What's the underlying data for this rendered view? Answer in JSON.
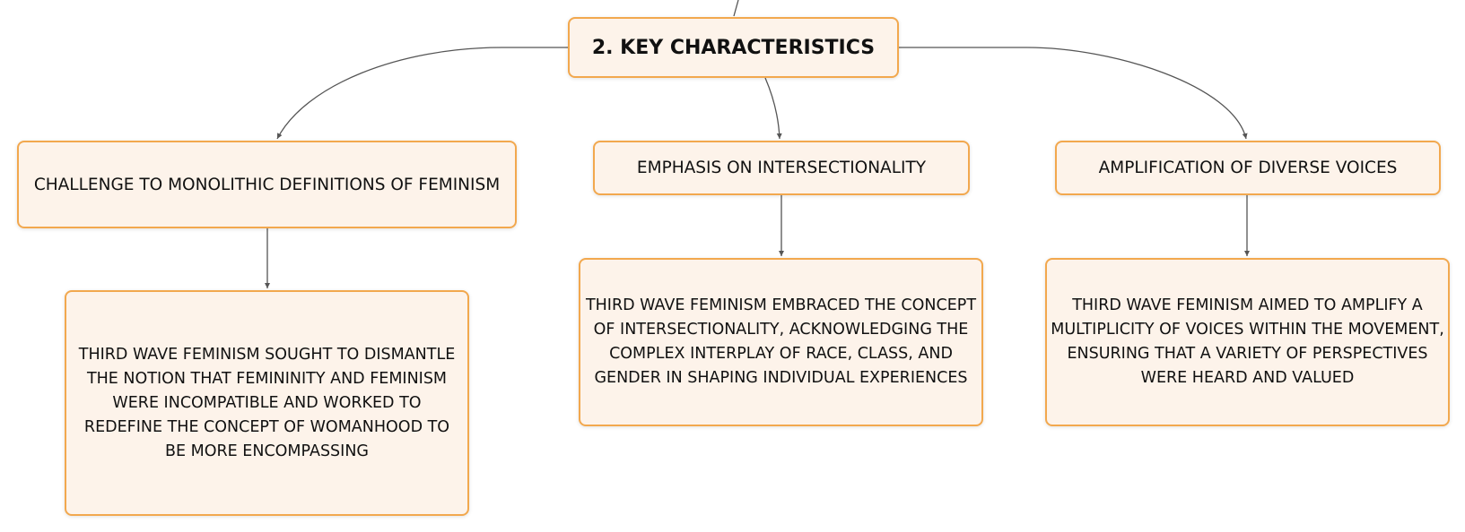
{
  "diagram": {
    "root": {
      "label": "2. KEY CHARACTERISTICS"
    },
    "topics": [
      {
        "label": "CHALLENGE TO MONOLITHIC DEFINITIONS OF FEMINISM",
        "detail": "THIRD WAVE FEMINISM SOUGHT TO DISMANTLE THE NOTION THAT FEMININITY AND FEMINISM WERE INCOMPATIBLE AND WORKED TO REDEFINE THE CONCEPT OF WOMANHOOD TO BE MORE ENCOMPASSING"
      },
      {
        "label": "EMPHASIS ON INTERSECTIONALITY",
        "detail": "THIRD WAVE FEMINISM EMBRACED THE CONCEPT OF INTERSECTIONALITY, ACKNOWLEDGING THE COMPLEX INTERPLAY OF RACE, CLASS, AND GENDER IN SHAPING INDIVIDUAL EXPERIENCES"
      },
      {
        "label": "AMPLIFICATION OF DIVERSE VOICES",
        "detail": "THIRD WAVE FEMINISM AIMED TO AMPLIFY A MULTIPLICITY OF VOICES WITHIN THE MOVEMENT, ENSURING THAT A VARIETY OF PERSPECTIVES WERE HEARD AND VALUED"
      }
    ]
  },
  "colors": {
    "node_border": "#f2a84e",
    "node_fill": "#fdf3ea",
    "connector": "#555555",
    "text": "#111111"
  }
}
